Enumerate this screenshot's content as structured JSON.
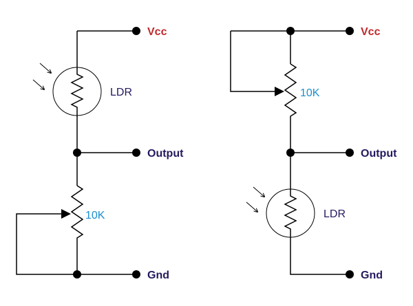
{
  "colors": {
    "vcc": "#c0282a",
    "output": "#241a5e",
    "gnd": "#241a5e",
    "ldr": "#241a5e",
    "resistor": "#1a8fcf"
  },
  "left_circuit": {
    "vcc_label": "Vcc",
    "output_label": "Output",
    "gnd_label": "Gnd",
    "ldr_label": "LDR",
    "pot_label": "10K"
  },
  "right_circuit": {
    "vcc_label": "Vcc",
    "output_label": "Output",
    "gnd_label": "Gnd",
    "ldr_label": "LDR",
    "pot_label": "10K"
  }
}
